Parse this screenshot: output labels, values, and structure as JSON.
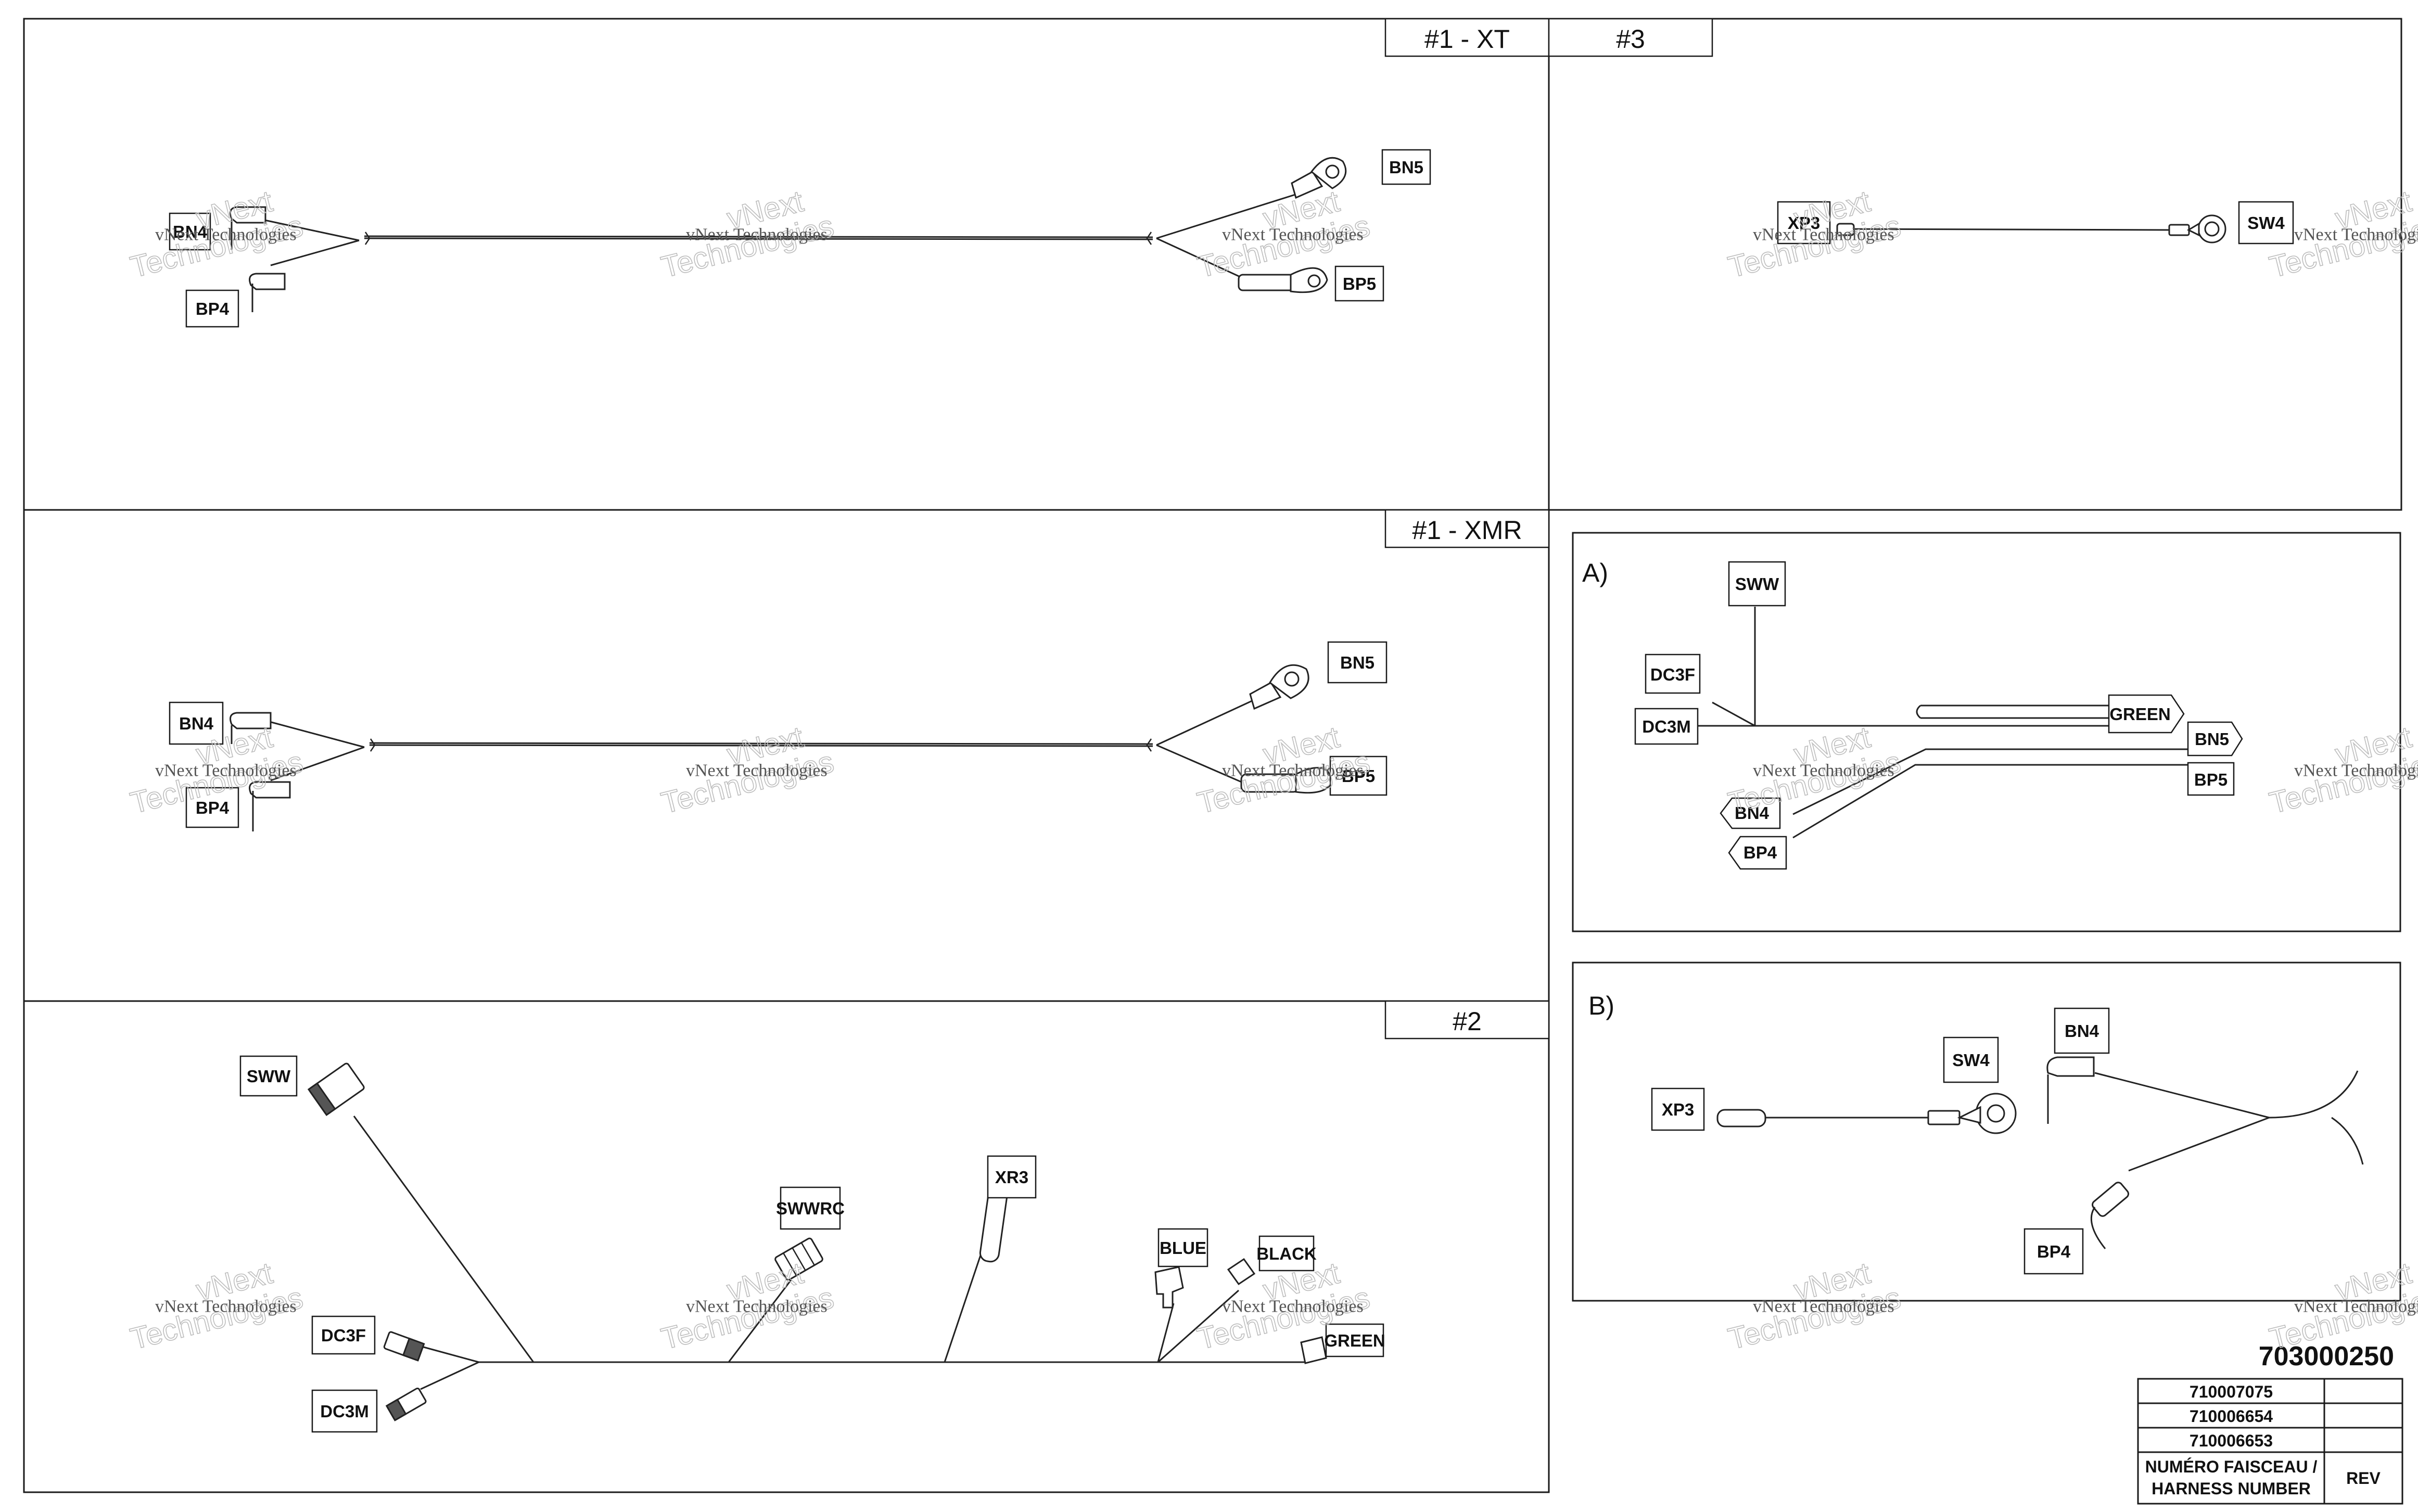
{
  "views": {
    "xt": {
      "tab1": "#1 - XT",
      "tab2": "#3"
    },
    "xmr": {
      "tab": "#1 - XMR"
    },
    "v2": {
      "tab": "#2"
    },
    "a": {
      "title": "A)"
    },
    "b": {
      "title": "B)"
    }
  },
  "labels": {
    "bn4": "BN4",
    "bp4": "BP4",
    "bn5": "BN5",
    "bp5": "BP5",
    "xp3": "XP3",
    "sw4": "SW4",
    "sww": "SWW",
    "dc3f": "DC3F",
    "dc3m": "DC3M",
    "green": "GREEN",
    "swwrc": "SWWRC",
    "xr3": "XR3",
    "blue": "BLUE",
    "black": "BLACK",
    "green_partial": "GREEN"
  },
  "watermark": {
    "line1": "vNext",
    "line2": "Technologies",
    "caption": "vNext Technologies"
  },
  "part_number": "703000250",
  "revision_table": {
    "rows": [
      "710007075",
      "710006654",
      "710006653"
    ],
    "header_line1": "NUMÉRO FAISCEAU /",
    "header_line2": "HARNESS NUMBER",
    "rev_header": "REV"
  }
}
